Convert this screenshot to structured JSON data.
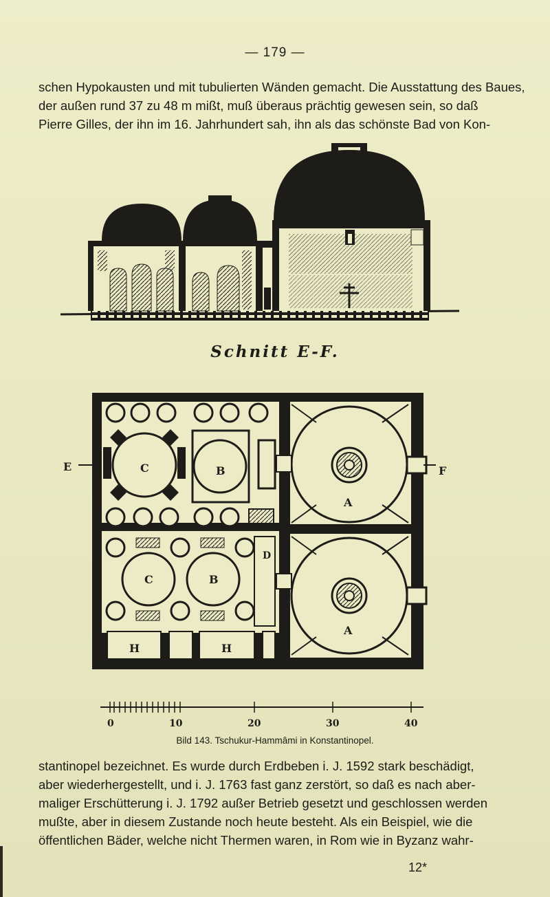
{
  "page_number": "— 179 —",
  "paragraph_top": [
    "schen Hypokausten und mit tubulierten Wänden gemacht. Die Ausstattung des Baues,",
    "der außen rund 37 zu 48 m mißt, muß überaus prächtig gewesen sein, so daß",
    "Pierre Gilles, der ihn im 16. Jahrhundert sah, ihn als das schönste Bad von Kon-"
  ],
  "figure": {
    "section_title": "Schnitt E-F.",
    "plan_labels": {
      "e_marker": "E",
      "f_marker": "F",
      "c_upper": "C",
      "b_upper": "B",
      "a_upper": "A",
      "c_lower": "C",
      "b_lower": "B",
      "d_room": "D",
      "a_lower": "A",
      "h_left": "H",
      "h_right": "H"
    },
    "scale_ticks": [
      "0",
      "10",
      "20",
      "30",
      "40"
    ],
    "caption": "Bild 143.  Tschukur-Hammâmi in Konstantinopel."
  },
  "paragraph_bottom": [
    "stantinopel bezeichnet. Es wurde durch Erdbeben i. J. 1592 stark beschädigt,",
    "aber wiederhergestellt, und i. J. 1763 fast ganz zerstört, so daß es nach aber-",
    "maliger Erschütterung i. J. 1792 außer Betrieb gesetzt und geschlossen werden",
    "mußte, aber in diesem Zustande noch heute besteht. Als ein Beispiel, wie die",
    "öffentlichen Bäder, welche nicht Thermen waren, in Rom wie in Byzanz wahr-"
  ],
  "signature": "12*"
}
